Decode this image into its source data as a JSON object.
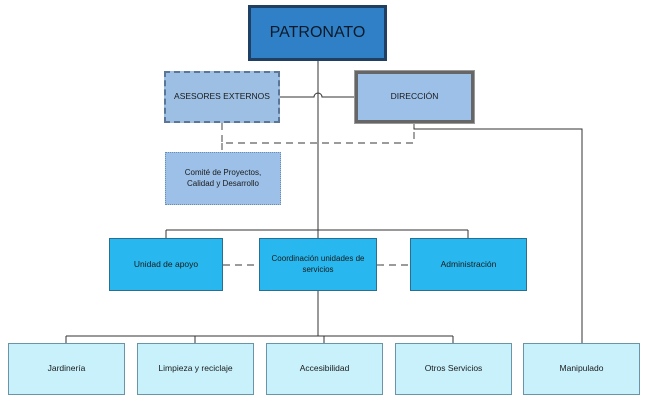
{
  "org_chart": {
    "top": "PATRONATO",
    "advisors": "ASESORES EXTERNOS",
    "management": "DIRECCIÓN",
    "committee": "Comité de Proyectos,\nCalidad y Desarrollo",
    "support_unit": "Unidad de apoyo",
    "coordination": "Coordinación unidades de\nservicios",
    "administration": "Administración",
    "services": [
      "Jardinería",
      "Limpieza y reciclaje",
      "Accesibilidad",
      "Otros Servicios"
    ],
    "handling": "Manipulado"
  }
}
